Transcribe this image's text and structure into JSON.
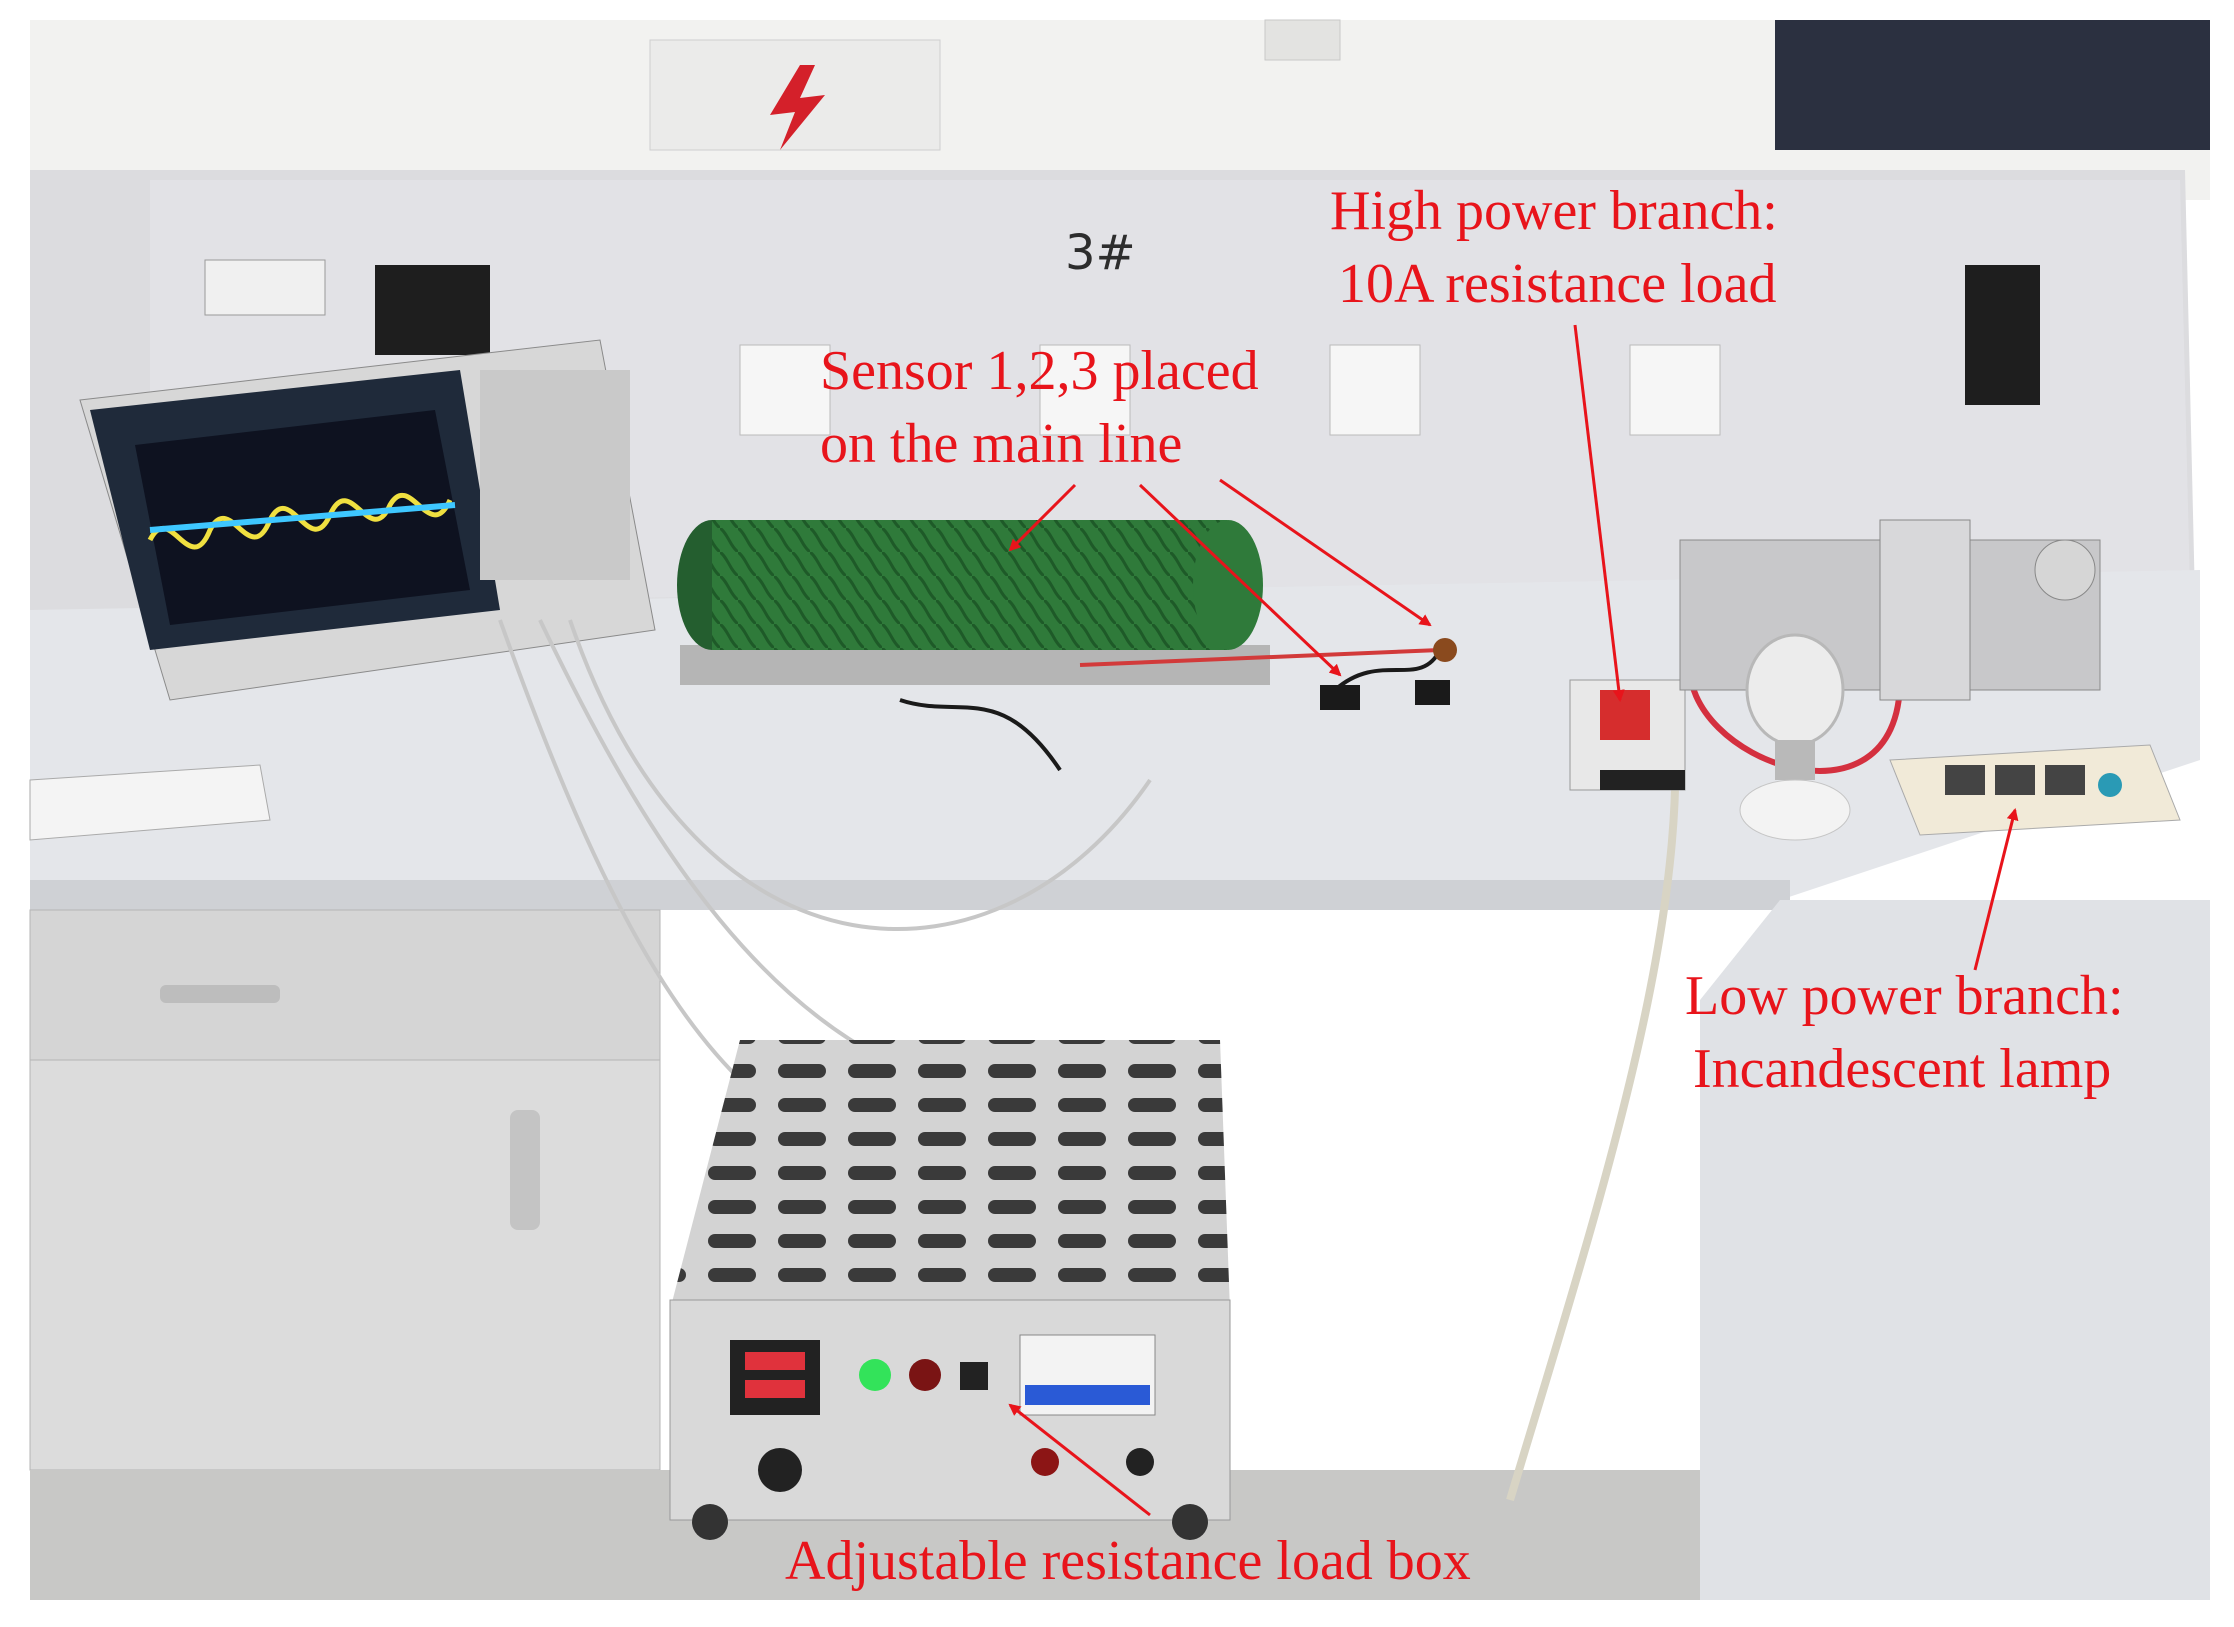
{
  "photo": {
    "desk_number": "3#",
    "annotation_color": "#e8141b",
    "annotations": {
      "sensors": {
        "line1": "Sensor 1,2,3  placed",
        "line2": "on the main line"
      },
      "high_power": {
        "line1": "High power branch:",
        "line2": "10A resistance load"
      },
      "low_power": {
        "line1": "Low power branch:",
        "line2": "Incandescent lamp"
      },
      "load_box": {
        "line1": "Adjustable resistance load box"
      }
    },
    "objects": [
      "oscilloscope",
      "wire-wound-resistor",
      "current-sensor-1",
      "current-sensor-2",
      "current-sensor-3",
      "wall-socket",
      "high-power-resistance-load",
      "incandescent-lamp",
      "power-strip",
      "adjustable-resistance-load-box",
      "workbench",
      "cabinet"
    ]
  }
}
